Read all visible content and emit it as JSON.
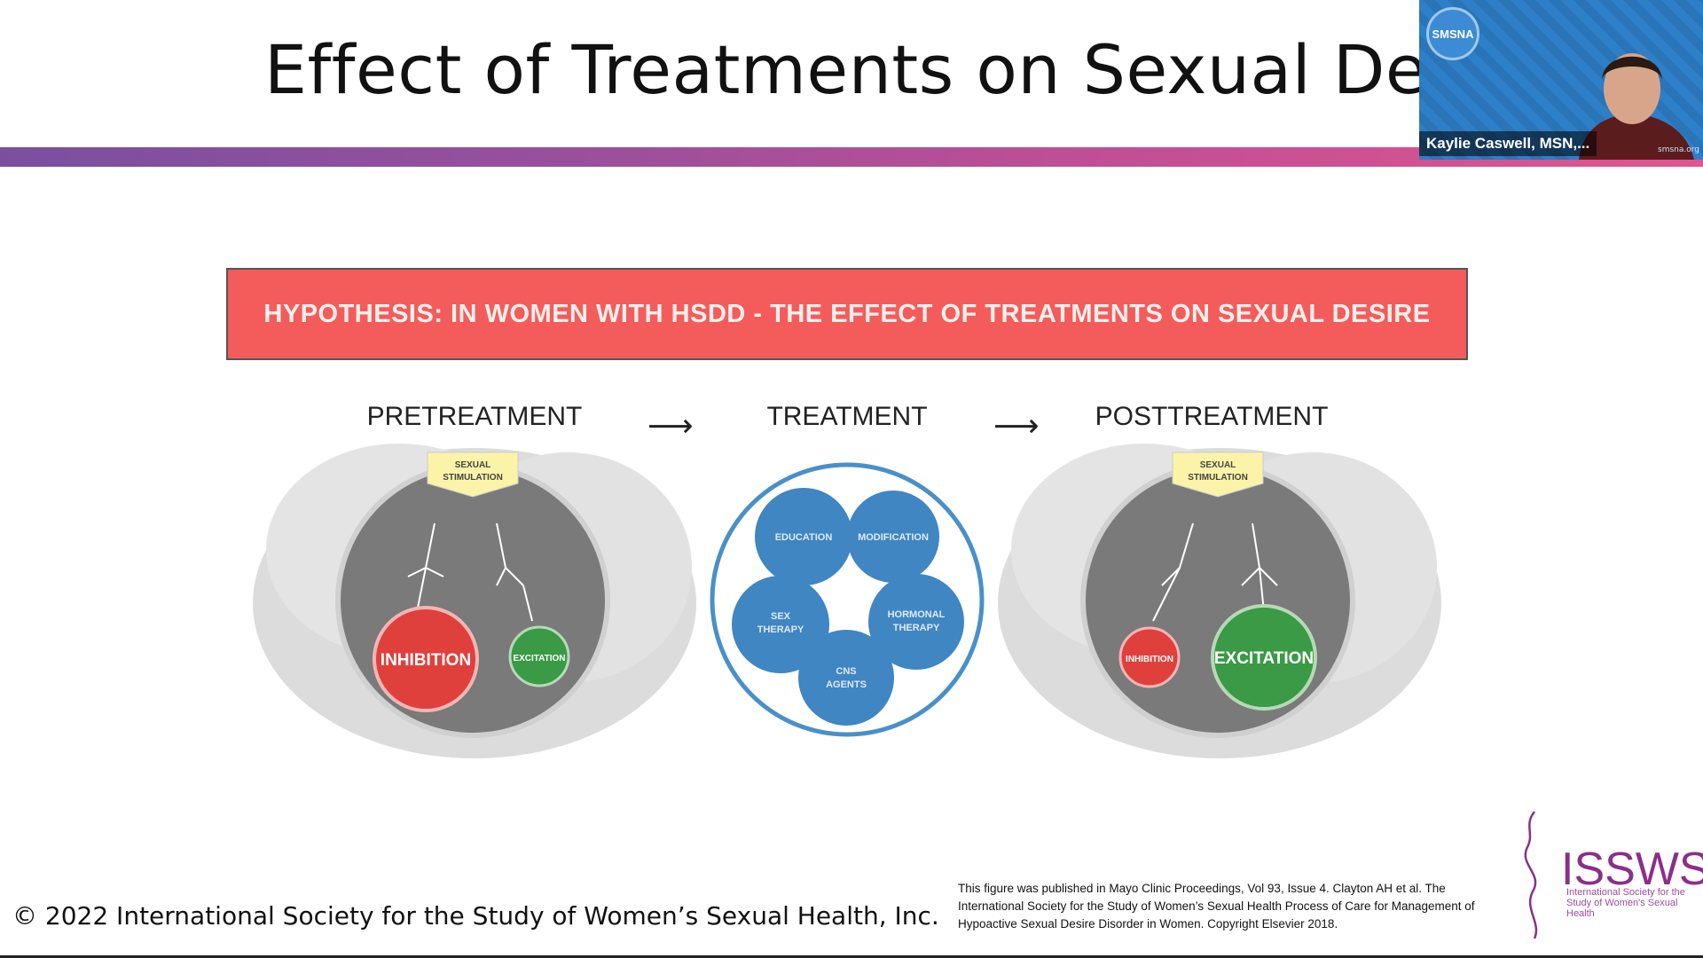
{
  "slide": {
    "title": "Effect of Treatments on Sexual Desire",
    "hypothesis": "HYPOTHESIS: IN WOMEN WITH HSDD - THE EFFECT OF TREATMENTS ON SEXUAL DESIRE",
    "stages": [
      "PRETREATMENT",
      "TREATMENT",
      "POSTTREATMENT"
    ],
    "arrow_glyph": "⟶",
    "stimulation_label": [
      "SEXUAL",
      "STIMULATION"
    ],
    "pre": {
      "inhibition": "INHIBITION",
      "excitation": "EXCITATION"
    },
    "post": {
      "inhibition": "INHIBITION",
      "excitation": "EXCITATION"
    },
    "treatments": [
      {
        "label": [
          "EDUCATION"
        ]
      },
      {
        "label": [
          "MODIFICATION"
        ]
      },
      {
        "label": [
          "SEX",
          "THERAPY"
        ]
      },
      {
        "label": [
          "HORMONAL",
          "THERAPY"
        ]
      },
      {
        "label": [
          "CNS",
          "AGENTS"
        ]
      }
    ],
    "copyright": "© 2022 International Society for the Study of Women’s Sexual Health, Inc.",
    "citation": "This figure was published in Mayo Clinic Proceedings, Vol 93, Issue 4. Clayton AH et al. The International Society for the Study of Women’s Sexual Health Process of Care for Management of Hypoactive Sexual Desire Disorder in Women. Copyright Elsevier 2018.",
    "logo": {
      "title": "ISSWSH",
      "subtitle": "International Society for the Study of Women's Sexual Health"
    }
  },
  "webcam": {
    "logo_text": "SMSNA",
    "participant_name": "Kaylie Caswell, MSN,...",
    "site": "smsna.org"
  },
  "colors": {
    "banner": "#f45c5c",
    "inhibition": "#e0403c",
    "excitation": "#3a9a45",
    "treatment_blue": "#3f86c2",
    "brain_gray": "#d6d6d6",
    "circle_gray": "#7a7a7a"
  }
}
